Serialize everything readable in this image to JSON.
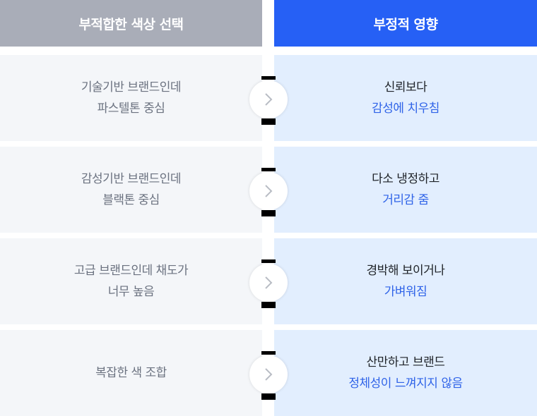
{
  "colors": {
    "header_left_bg": "#a9adb8",
    "header_right_bg": "#2660f5",
    "cell_left_bg": "#f4f6f9",
    "cell_right_bg": "#e2eefe",
    "left_text": "#6b7280",
    "right_primary_text": "#1f2328",
    "right_accent_text": "#2f63e8",
    "chevron": "#b8bcc4"
  },
  "headers": {
    "left": "부적합한 색상 선택",
    "right": "부정적 영향"
  },
  "rows": [
    {
      "cause": [
        "기술기반 브랜드인데",
        "파스텔톤 중심"
      ],
      "effect_primary": "신뢰보다",
      "effect_accent": "감성에 치우침",
      "connector_icon": "chevron-right-icon"
    },
    {
      "cause": [
        "감성기반 브랜드인데",
        "블랙톤 중심"
      ],
      "effect_primary": "다소 냉정하고",
      "effect_accent": "거리감 줌",
      "connector_icon": "chevron-right-icon"
    },
    {
      "cause": [
        "고급 브랜드인데 채도가",
        "너무 높음"
      ],
      "effect_primary": "경박해 보이거나",
      "effect_accent": "가벼워짐",
      "connector_icon": "chevron-right-icon"
    },
    {
      "cause": [
        "복잡한 색 조합"
      ],
      "effect_primary": "산만하고 브랜드",
      "effect_accent": "정체성이 느껴지지 않음",
      "connector_icon": "chevron-right-icon"
    }
  ]
}
